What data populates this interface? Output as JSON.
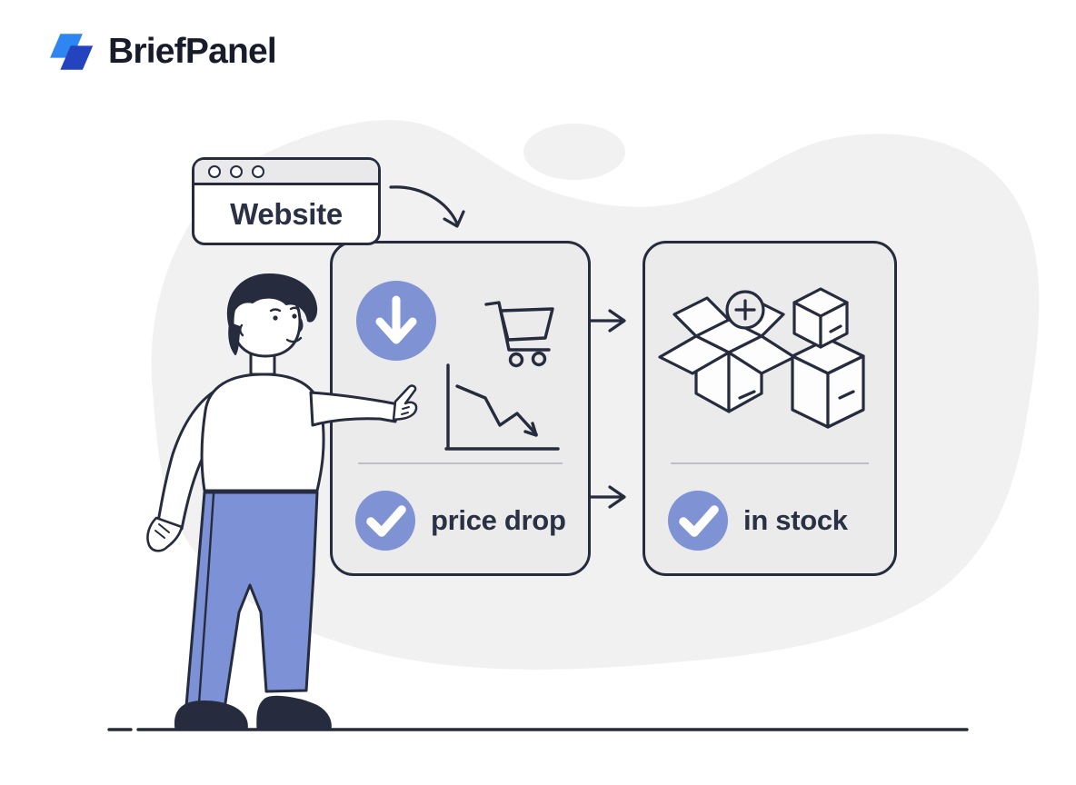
{
  "brand": {
    "name": "BriefPanel",
    "logo_icon": "dual-parallelogram-mark"
  },
  "illustration": {
    "browser": {
      "title": "Website",
      "window_dots": 3
    },
    "panels": [
      {
        "id": "price-panel",
        "icons": [
          "arrow-down-circle-icon",
          "shopping-cart-icon",
          "price-decline-chart-icon"
        ],
        "status_icon": "check-circle-icon",
        "label": "price drop"
      },
      {
        "id": "stock-panel",
        "icons": [
          "open-box-plus-icon",
          "stacked-boxes-icon"
        ],
        "status_icon": "check-circle-icon",
        "label": "in stock"
      }
    ],
    "arrows": [
      "curved-arrow-website-to-panel",
      "flow-arrow-top",
      "flow-arrow-bottom"
    ],
    "figure": "person-pointing-at-price-panel",
    "ground": "baseline-with-dash"
  },
  "colors": {
    "accent_blue": "#7E92D4",
    "outline_dark": "#262B3D",
    "panel_bg": "#EBEBEC",
    "blob_bg": "#F1F1F2",
    "titlebar_bg": "#E9E9EC",
    "divider": "#BFBFC3",
    "pants_blue": "#7D92D6",
    "logo_light_blue": "#2E86F2",
    "logo_dark_blue": "#2443BE",
    "text_dark": "#2B3144"
  }
}
